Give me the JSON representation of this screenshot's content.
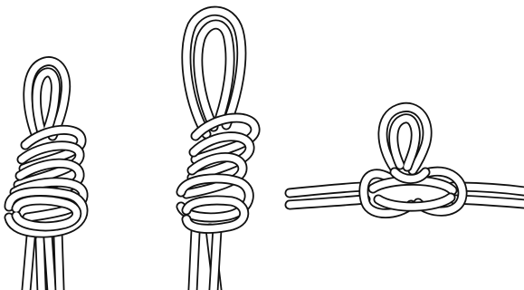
{
  "figure": {
    "panels": [
      {
        "id": "panel-left",
        "subject": "figure-eight-loop-knot-dressed",
        "view": "front"
      },
      {
        "id": "panel-middle",
        "subject": "figure-eight-loop-knot-dressed",
        "view": "three-quarter"
      },
      {
        "id": "panel-right",
        "subject": "knot-in-standing-line",
        "view": "side"
      }
    ]
  },
  "colors": {
    "outline": "#111111",
    "rope_fill": "#ffffff",
    "background": "#ffffff"
  }
}
